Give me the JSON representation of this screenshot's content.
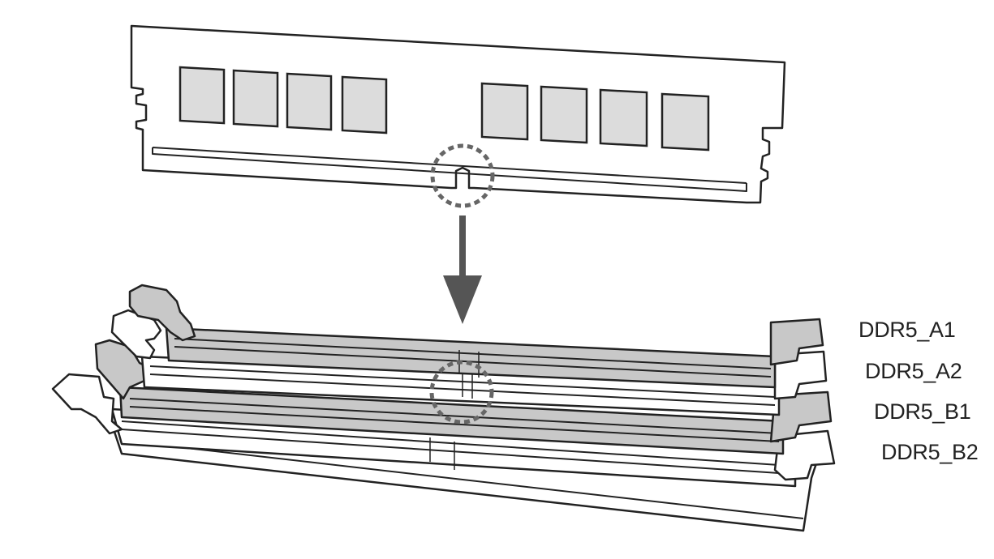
{
  "slots": [
    {
      "label": "DDR5_A1",
      "fill": "#c8c8c8"
    },
    {
      "label": "DDR5_A2",
      "fill": "#ffffff"
    },
    {
      "label": "DDR5_B1",
      "fill": "#c8c8c8"
    },
    {
      "label": "DDR5_B2",
      "fill": "#ffffff"
    }
  ],
  "colors": {
    "outline": "#222222",
    "chip_fill": "#dcdcdc",
    "slot_gray": "#c8c8c8",
    "arrow": "#555555",
    "notch_marker": "#666666"
  },
  "icons": {
    "insert_direction": "arrow-down-icon",
    "notch_alignment": "dashed-circle-marker"
  }
}
